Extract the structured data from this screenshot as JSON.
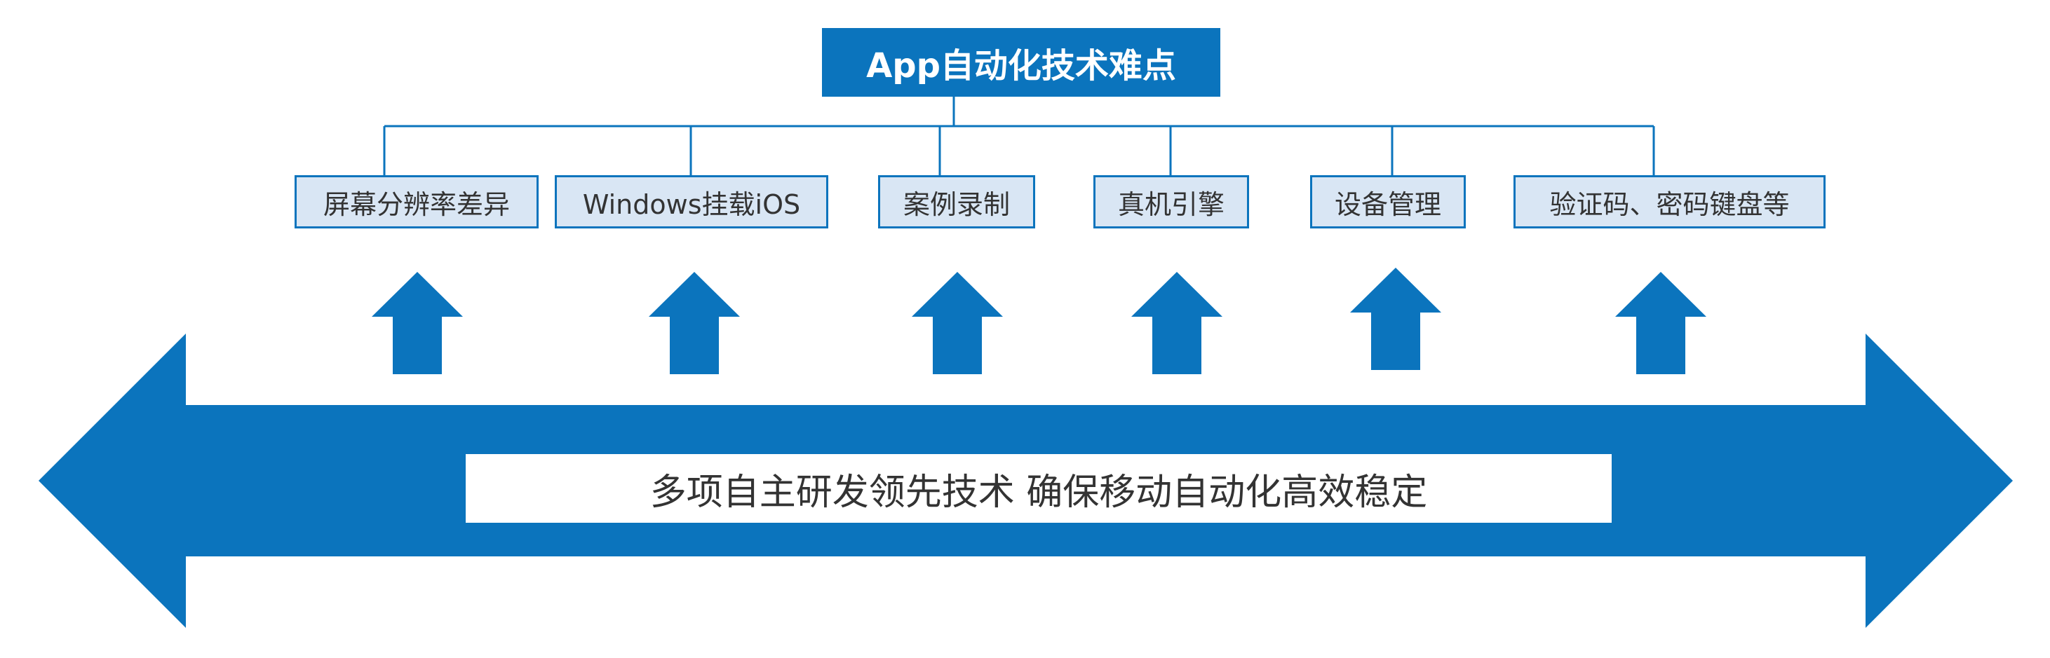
{
  "title": "App自动化技术难点",
  "items": [
    "屏幕分辨率差异",
    "Windows挂载iOS",
    "案例录制",
    "真机引擎",
    "设备管理",
    "验证码、密码键盘等"
  ],
  "banner": "多项自主研发领先技术 确保移动自动化高效稳定",
  "colors": {
    "primary": "#0b74bd",
    "item_fill": "#d9e6f4",
    "text": "#333333"
  }
}
